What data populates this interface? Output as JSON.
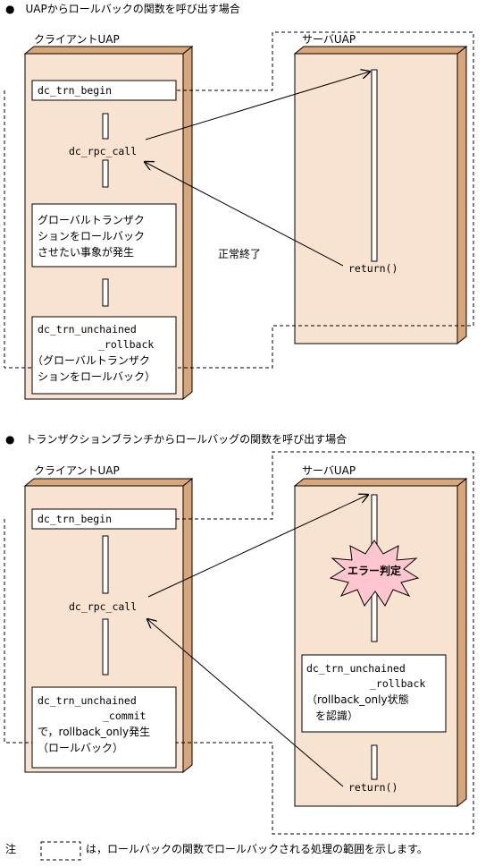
{
  "section1": {
    "heading": "●　UAPからロールバックの関数を呼び出す場合",
    "client_label": "クライアントUAP",
    "server_label": "サーバUAP",
    "begin": "dc_trn_begin",
    "rpc_call": "dc_rpc_call",
    "event_lines": [
      "グローバルトランザク",
      "ションをロールバック",
      "させたい事象が発生"
    ],
    "normal_end": "正常終了",
    "return": "return()",
    "rollback_lines": [
      "dc_trn_unchained",
      "_rollback",
      "（グローバルトランザク",
      "ションをロールバック）"
    ]
  },
  "section2": {
    "heading": "●　トランザクションブランチからロールバッグの関数を呼び出す場合",
    "client_label": "クライアントUAP",
    "server_label": "サーバUAP",
    "begin": "dc_trn_begin",
    "rpc_call": "dc_rpc_call",
    "error": "エラー判定",
    "server_rollback_lines": [
      "dc_trn_unchained",
      "_rollback",
      "（rollback_only状態",
      "を認識）"
    ],
    "commit_lines": [
      "dc_trn_unchained",
      "_commit",
      "で，rollback_only発生",
      "（ロールバック）"
    ],
    "return": "return()"
  },
  "note": {
    "label": "注",
    "text": "は，ロールバックの関数でロールバックされる処理の範囲を示します。"
  }
}
